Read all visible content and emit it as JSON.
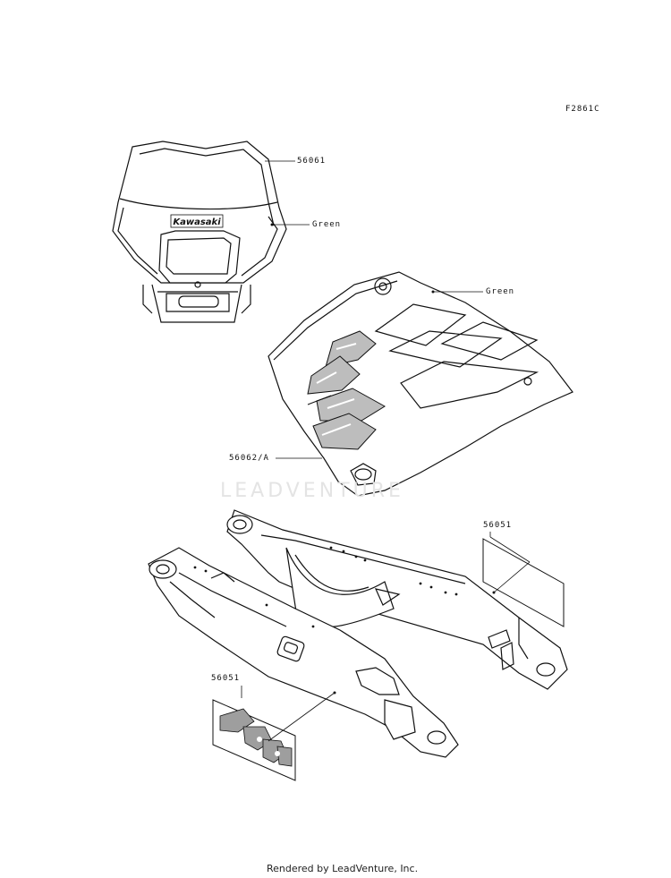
{
  "diagram": {
    "code": "F2861C",
    "watermark": "LEADVENTURE",
    "footer": "Rendered by LeadVenture, Inc.",
    "headlight_logo": "Kawasaki",
    "callouts": {
      "headlight_part": "56061",
      "headlight_color": "Green",
      "shroud_color": "Green",
      "shroud_part": "56062/A",
      "swingarm_decal_upper": "56051",
      "swingarm_decal_lower": "56051"
    }
  }
}
